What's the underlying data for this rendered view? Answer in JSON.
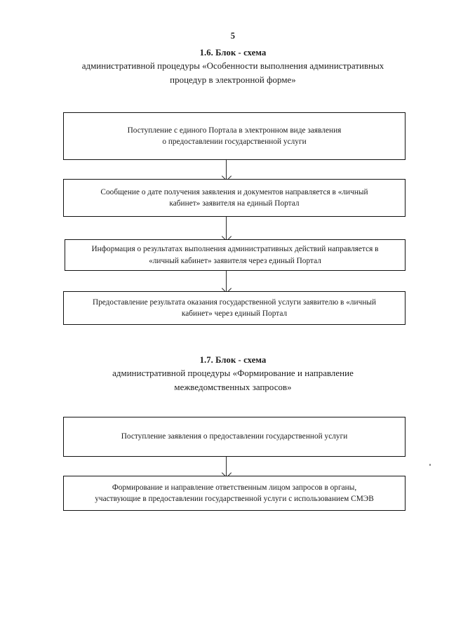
{
  "document": {
    "page_number": "5",
    "language": "ru"
  },
  "sections": [
    {
      "heading": {
        "line1": "1.6. Блок - схема",
        "line2": "административной процедуры «Особенности выполнения административных",
        "line3": "процедур в электронной форме»"
      },
      "boxes": [
        {
          "line1": "Поступление с единого Портала в электронном виде заявления",
          "line2": "о предоставлении государственной услуги"
        },
        {
          "line1": "Сообщение о дате получения заявления и документов направляется в «личный",
          "line2": "кабинет» заявителя на единый Портал"
        },
        {
          "line1": "Информация о результатах выполнения административных действий направляется в",
          "line2": "«личный кабинет» заявителя через единый Портал"
        },
        {
          "line1": "Предоставление результата оказания государственной услуги заявителю в «личный",
          "line2": "кабинет» через единый Портал"
        }
      ]
    },
    {
      "heading": {
        "line1": "1.7. Блок - схема",
        "line2": "административной процедуры «Формирование и направление",
        "line3": "межведомственных запросов»"
      },
      "boxes": [
        {
          "line1": "Поступление заявления о предоставлении государственной услуги",
          "line2": ""
        },
        {
          "line1": "Формирование и направление ответственным лицом запросов в органы,",
          "line2": "участвующие в предоставлении государственной услуги с использованием СМЭВ"
        }
      ]
    }
  ],
  "colors": {
    "ink": "#1a1a1a",
    "border": "#111111",
    "paper": "#ffffff"
  }
}
